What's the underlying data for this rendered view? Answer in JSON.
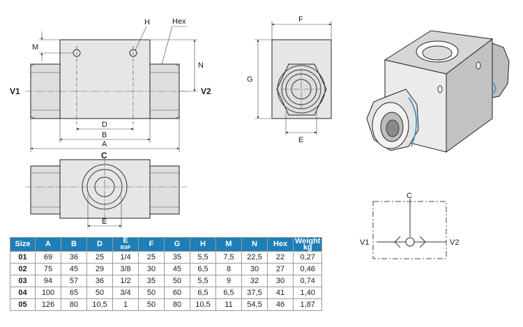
{
  "labels": {
    "v1": "V1",
    "v2": "V2",
    "h": "H",
    "hex": "Hex",
    "m": "M",
    "n": "N",
    "a": "A",
    "b": "B",
    "d": "D",
    "c": "C",
    "e": "E",
    "f": "F",
    "g": "G"
  },
  "schematic": {
    "c": "C",
    "v1": "V1",
    "v2": "V2"
  },
  "table": {
    "headers": [
      "Size",
      "A",
      "B",
      "D",
      "E",
      "F",
      "G",
      "H",
      "M",
      "N",
      "Hex",
      "Weight"
    ],
    "header_sub": {
      "E": "BSP",
      "Weight": "kg"
    },
    "rows": [
      [
        "01",
        "69",
        "36",
        "25",
        "1/4",
        "25",
        "35",
        "5,5",
        "7,5",
        "22,5",
        "22",
        "0,27"
      ],
      [
        "02",
        "75",
        "45",
        "29",
        "3/8",
        "30",
        "45",
        "6,5",
        "8",
        "30",
        "27",
        "0,46"
      ],
      [
        "03",
        "94",
        "57",
        "36",
        "1/2",
        "35",
        "50",
        "5,5",
        "9",
        "32",
        "30",
        "0,74"
      ],
      [
        "04",
        "100",
        "65",
        "50",
        "3/4",
        "50",
        "60",
        "6,5",
        "6,5",
        "37,5",
        "41",
        "1,40"
      ],
      [
        "05",
        "126",
        "80",
        "10,5",
        "1",
        "50",
        "80",
        "10,5",
        "11",
        "54,5",
        "46",
        "1,87"
      ]
    ]
  }
}
